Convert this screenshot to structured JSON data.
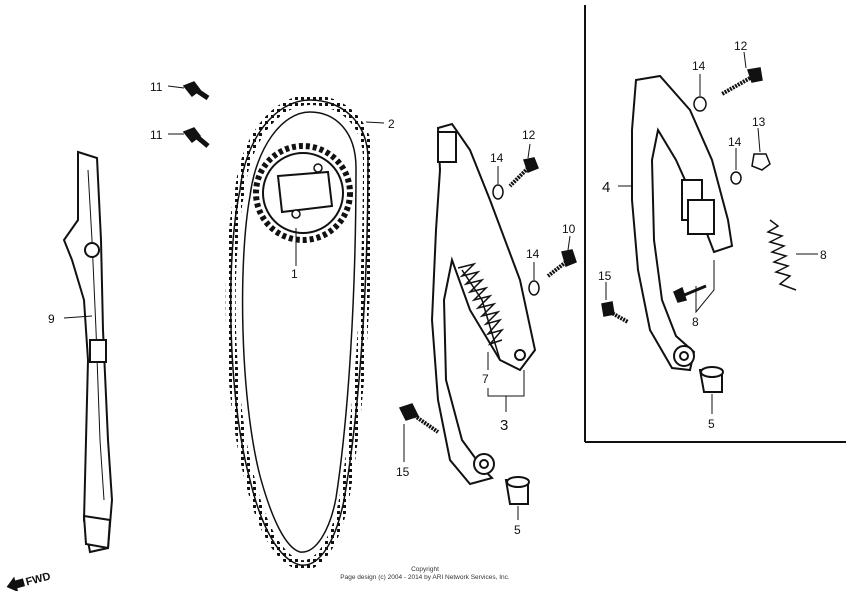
{
  "callouts": {
    "c1": "1",
    "c2": "2",
    "c3": "3",
    "c4": "4",
    "c5a": "5",
    "c5b": "5",
    "c7": "7",
    "c8a": "8",
    "c8b": "8",
    "c9": "9",
    "c10": "10",
    "c11a": "11",
    "c11b": "11",
    "c12a": "12",
    "c12b": "12",
    "c13": "13",
    "c14a": "14",
    "c14b": "14",
    "c14c": "14",
    "c14d": "14",
    "c15a": "15",
    "c15b": "15"
  },
  "copyright": {
    "line1": "Copyright",
    "line2": "Page design (c) 2004 - 2014 by ARI Network Services, Inc."
  },
  "fwd_label": "FWD",
  "colors": {
    "ink": "#111111",
    "paper": "#ffffff"
  }
}
